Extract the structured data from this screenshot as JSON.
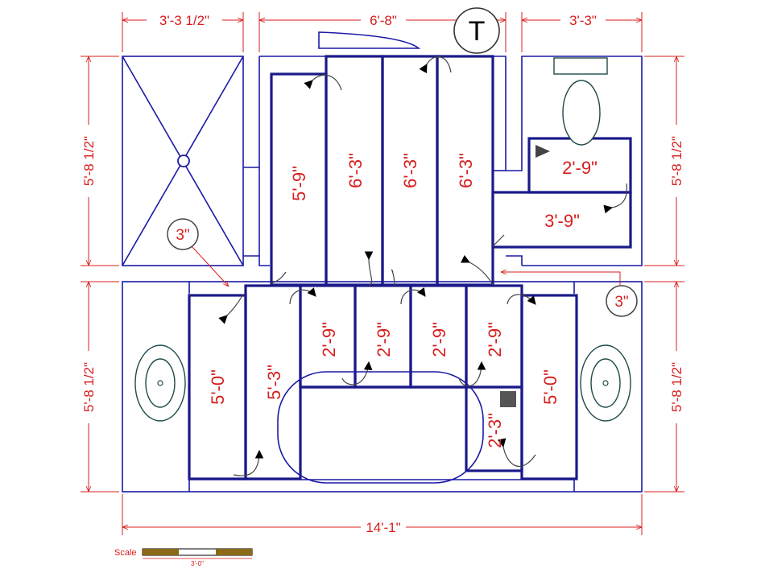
{
  "dimensions": {
    "shower_width": "3'-3 1/2\"",
    "center_width": "6'-8\"",
    "toilet_width": "3'-3\"",
    "left_upper_height": "5'-8 1/2\"",
    "right_upper_height": "5'-8 1/2\"",
    "left_lower_height": "5'-8 1/2\"",
    "right_lower_height": "5'-8 1/2\"",
    "overall_width": "14'-1\""
  },
  "room_labels": {
    "upper_5_9": "5'-9\"",
    "upper_6_3_a": "6'-3\"",
    "upper_6_3_b": "6'-3\"",
    "upper_6_3_c": "6'-3\"",
    "right_2_9": "2'-9\"",
    "right_3_9": "3'-9\"",
    "lower_5_0_left": "5'-0\"",
    "lower_5_3": "5'-3\"",
    "lower_2_9_a": "2'-9\"",
    "lower_2_9_b": "2'-9\"",
    "lower_2_9_c": "2'-9\"",
    "lower_2_9_d": "2'-9\"",
    "lower_2_3": "2'-3\"",
    "lower_5_0_right": "5'-0\""
  },
  "callouts": {
    "left": "3\"",
    "right": "3\"",
    "top_symbol": "T"
  },
  "scale": {
    "label": "Scale",
    "length": "3'-0\""
  },
  "colors": {
    "walls": "#1a1aa6",
    "dimensions": "#d81e1e",
    "fixtures": "#1e4a4a"
  }
}
